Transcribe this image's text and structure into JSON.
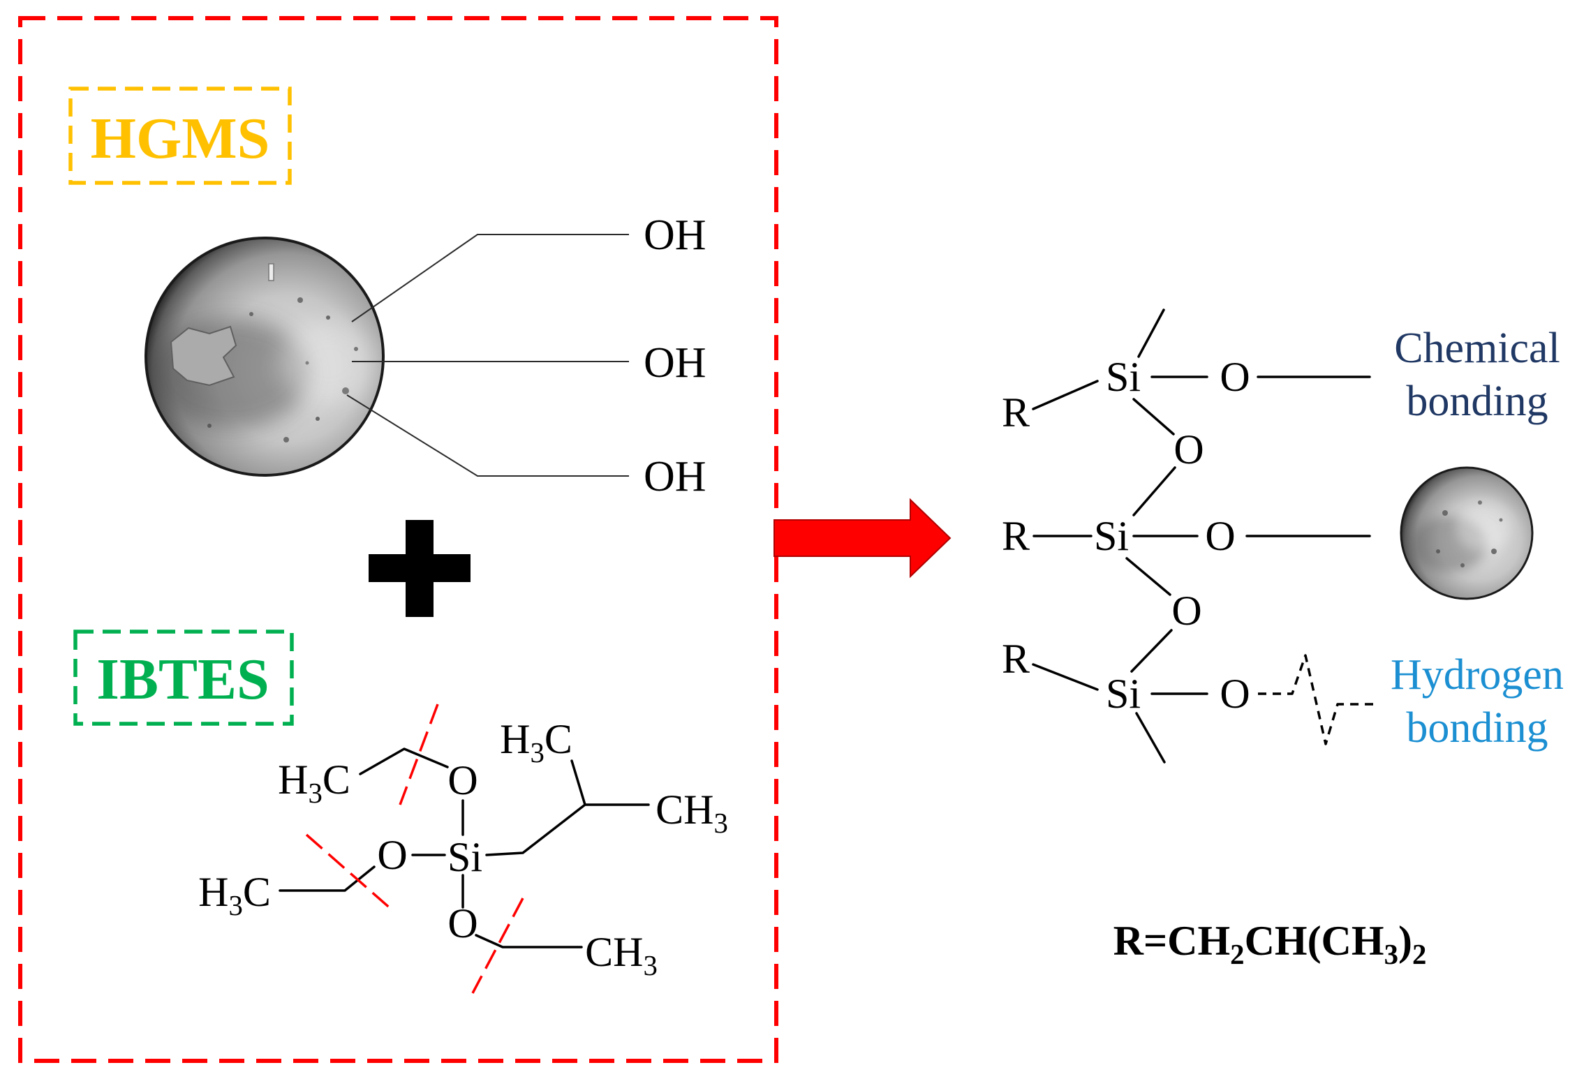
{
  "hgms": {
    "label": "HGMS",
    "hydroxyl_groups": [
      "OH",
      "OH",
      "OH"
    ]
  },
  "ibtes": {
    "label": "IBTES",
    "atoms": {
      "methyl_upper_left": "H3C",
      "oxygen_upper": "O",
      "silicon": "Si",
      "oxygen_left": "O",
      "methyl_lower_left": "H3C",
      "oxygen_lower": "O",
      "methyl_lower": "CH3",
      "isobutyl_methyl_upper": "H3C",
      "isobutyl_methyl_right": "CH3"
    }
  },
  "product": {
    "silicon_atoms": [
      "Si",
      "Si",
      "Si"
    ],
    "siloxane_oxygens": [
      "O",
      "O"
    ],
    "surface_oxygens": [
      "O",
      "O",
      "O"
    ],
    "r_groups": [
      "R",
      "R",
      "R"
    ],
    "chemical_bonding": [
      "Chemical",
      "bonding"
    ],
    "hydrogen_bonding": [
      "Hydrogen",
      "bonding"
    ],
    "r_definition": "R=CH2CH(CH3)2"
  },
  "colors": {
    "frame_red": "#ff0000",
    "hgms_orange": "#ffc000",
    "ibtes_green": "#00b050",
    "chemical_bonding_navy": "#203864",
    "hydrogen_bonding_blue": "#1b8fd2",
    "arrow_red": "#ff0000"
  }
}
